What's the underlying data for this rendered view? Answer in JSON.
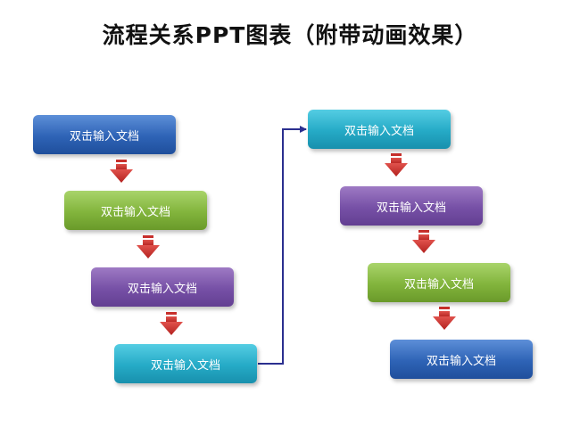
{
  "title": "流程关系PPT图表（附带动画效果）",
  "colors": {
    "blue": "#2e63b6",
    "green": "#82b43c",
    "purple": "#7650a6",
    "teal": "#25aac6",
    "arrow": "#c9302c",
    "connector": "#2b2f8f"
  },
  "left_column": [
    {
      "label": "双击输入文档",
      "color": "blue"
    },
    {
      "label": "双击输入文档",
      "color": "green"
    },
    {
      "label": "双击输入文档",
      "color": "purple"
    },
    {
      "label": "双击输入文档",
      "color": "teal"
    }
  ],
  "right_column": [
    {
      "label": "双击输入文档",
      "color": "teal"
    },
    {
      "label": "双击输入文档",
      "color": "purple"
    },
    {
      "label": "双击输入文档",
      "color": "green"
    },
    {
      "label": "双击输入文档",
      "color": "blue"
    }
  ]
}
